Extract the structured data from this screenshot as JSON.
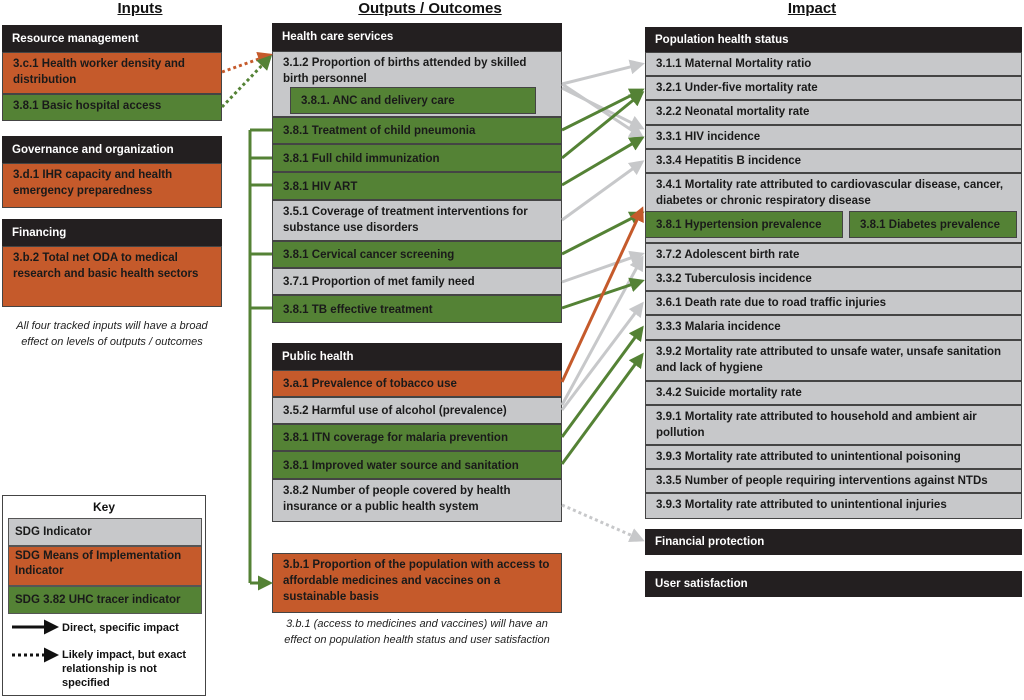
{
  "titles": {
    "inputs": "Inputs",
    "outputs": "Outputs / Outcomes",
    "impact": "Impact"
  },
  "inputs": {
    "resource": {
      "header": "Resource management",
      "items": [
        "3.c.1 Health worker density and distribution",
        "3.8.1 Basic hospital access"
      ]
    },
    "governance": {
      "header": "Governance and organization",
      "items": [
        "3.d.1 IHR capacity and health emergency preparedness"
      ]
    },
    "financing": {
      "header": "Financing",
      "items": [
        "3.b.2 Total net ODA to medical research and basic health sectors"
      ]
    },
    "note": "All four tracked inputs will have a broad effect on levels of outputs / outcomes"
  },
  "outputs": {
    "health_care": {
      "header": "Health care services",
      "items": [
        "3.1.2 Proportion of births attended by skilled birth personnel",
        "3.8.1. ANC and delivery care",
        "3.8.1 Treatment of child pneumonia",
        "3.8.1 Full child immunization",
        "3.8.1 HIV ART",
        "3.5.1 Coverage of treatment interventions for substance use disorders",
        "3.8.1 Cervical cancer screening",
        "3.7.1 Proportion of met family need",
        "3.8.1 TB effective treatment"
      ]
    },
    "public_health": {
      "header": "Public health",
      "items": [
        "3.a.1 Prevalence of tobacco use",
        "3.5.2 Harmful use of alcohol (prevalence)",
        "3.8.1 ITN coverage for malaria prevention",
        "3.8.1 Improved water source and sanitation",
        "3.8.2 Number of people covered by health insurance or a public health system"
      ]
    },
    "medicines": "3.b.1 Proportion of the population with access to affordable medicines and vaccines on a sustainable basis",
    "note": "3.b.1 (access to medicines and vaccines) will have an effect on population health status and user satisfaction"
  },
  "impact": {
    "population": {
      "header": "Population health status",
      "items": [
        "3.1.1 Maternal Mortality ratio",
        "3.2.1 Under-five mortality rate",
        "3.2.2 Neonatal mortality rate",
        "3.3.1 HIV incidence",
        "3.3.4 Hepatitis B incidence",
        "3.4.1 Mortality rate attributed to cardiovascular disease, cancer, diabetes or chronic respiratory disease",
        "3.7.2 Adolescent birth rate",
        "3.3.2 Tuberculosis incidence",
        "3.6.1 Death rate due to road traffic injuries",
        "3.3.3 Malaria incidence",
        "3.9.2 Mortality rate attributed to unsafe water, unsafe sanitation and lack of hygiene",
        "3.4.2 Suicide mortality rate",
        "3.9.1 Mortality rate attributed to household and ambient air pollution",
        "3.9.3 Mortality rate attributed to unintentional poisoning",
        "3.3.5 Number of people requiring interventions against NTDs",
        "3.9.3 Mortality rate attributed to unintentional injuries"
      ],
      "sub": [
        "3.8.1 Hypertension prevalence",
        "3.8.1 Diabetes prevalence"
      ]
    },
    "financial": "Financial protection",
    "user": "User satisfaction"
  },
  "key": {
    "title": "Key",
    "items": [
      "SDG Indicator",
      "SDG Means of Implementation Indicator",
      "SDG 3.82 UHC tracer indicator"
    ],
    "direct": "Direct, specific impact",
    "likely": "Likely impact, but exact relationship is not specified"
  },
  "colors": {
    "gray": "#c7c8ca",
    "orange": "#c55a2b",
    "green": "#548235",
    "header": "#231f20"
  }
}
